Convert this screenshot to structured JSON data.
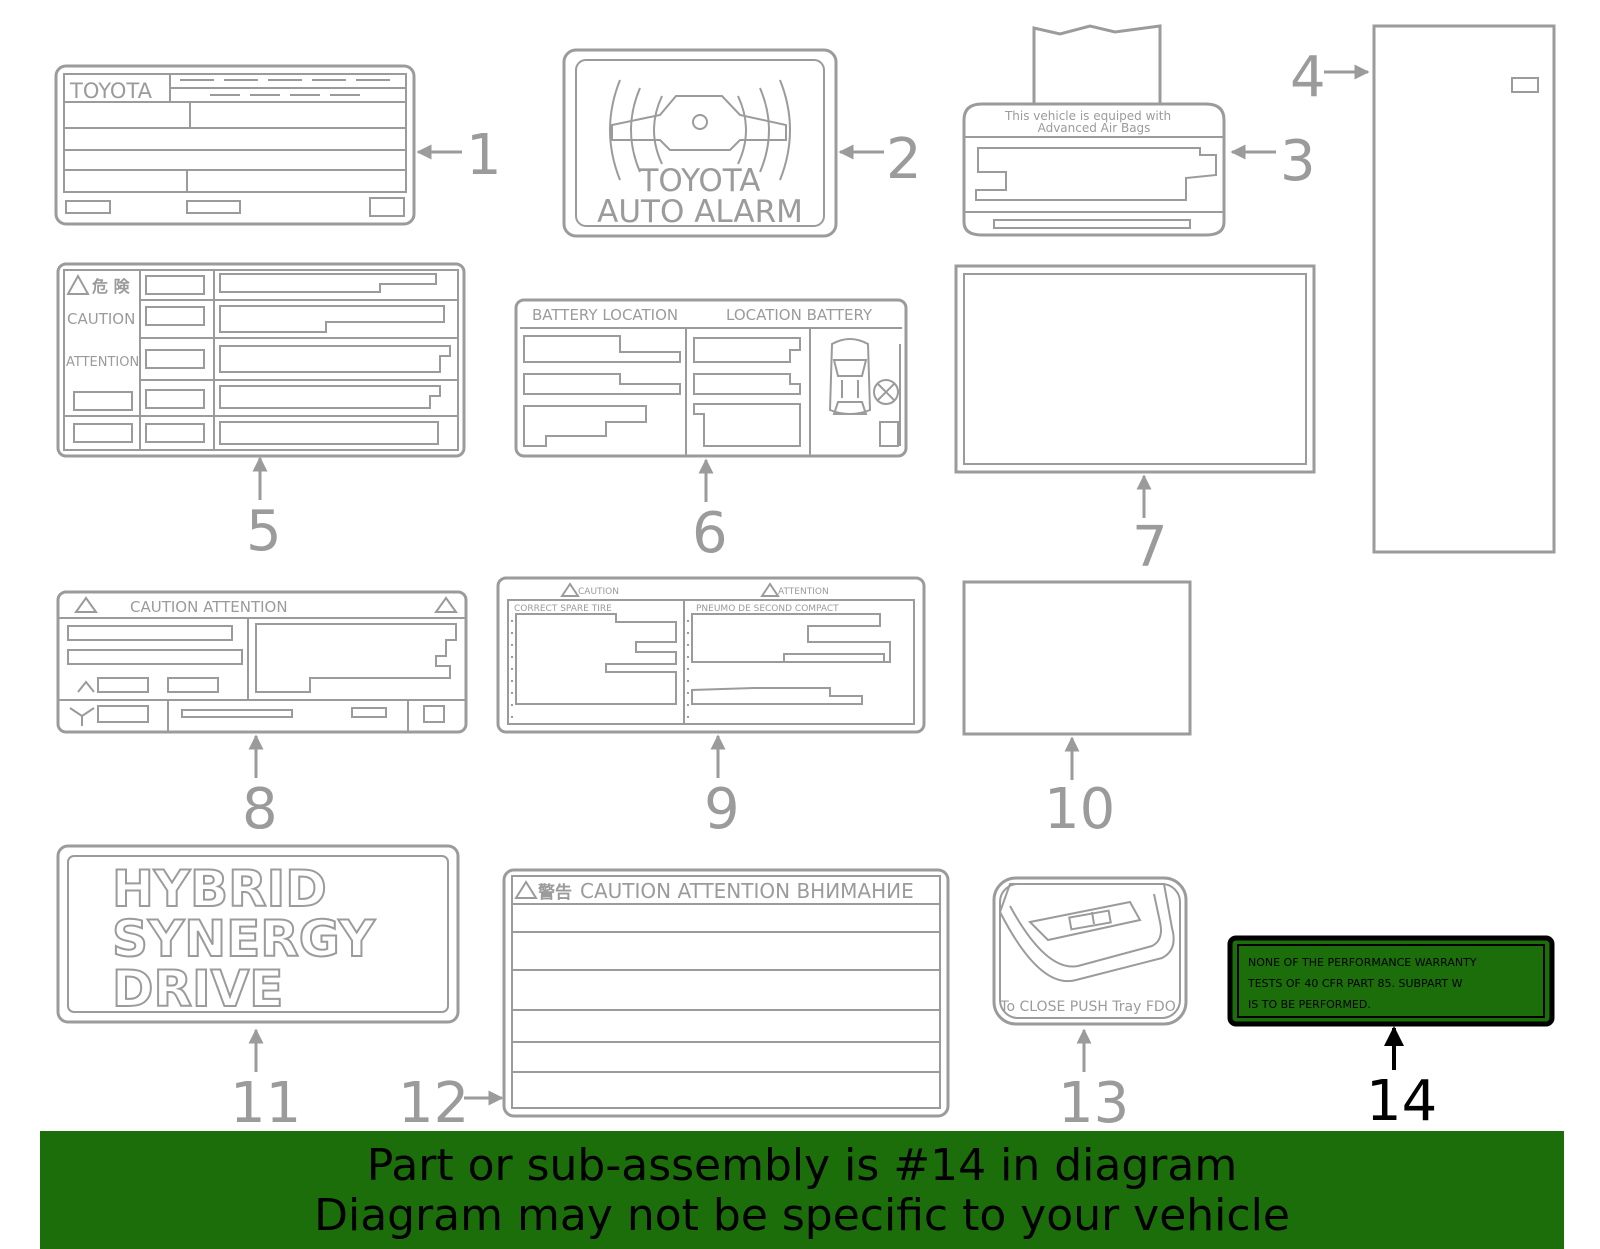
{
  "labels": {
    "label1_brand": "TOYOTA",
    "label2_line1": "TOYOTA",
    "label2_line2": "AUTO ALARM",
    "label3_line1": "This vehicle is equiped with",
    "label3_line2": "Advanced Air Bags",
    "label5_kanji": "危 険",
    "label5_caution": "CAUTION",
    "label5_attention": "ATTENTION",
    "label6_left": "BATTERY LOCATION",
    "label6_right": "LOCATION BATTERY",
    "label8_header": "CAUTION  ATTENTION",
    "label9_caution": "CAUTION",
    "label9_attention": "ATTENTION",
    "label9_left_sub": "CORRECT SPARE TIRE",
    "label9_right_sub": "PNEUMO DE SECOND COMPACT",
    "label11_line1": "HYBRID",
    "label11_line2": "SYNERGY",
    "label11_line3": "DRIVE",
    "label12_kanji": "警告",
    "label12_header": "CAUTION ATTENTION  ВНИМАНИЕ",
    "label13_text": "To CLOSE PUSH Tray FDO",
    "label14_line1": "NONE   OF   THE   PERFORMANCE   WARRANTY",
    "label14_line2": "TESTS    OF   40  CFR   PART  85.  SUBPART   W",
    "label14_line3": "IS   TO   BE   PERFORMED."
  },
  "callouts": {
    "n1": "1",
    "n2": "2",
    "n3": "3",
    "n4": "4",
    "n5": "5",
    "n6": "6",
    "n7": "7",
    "n8": "8",
    "n9": "9",
    "n10": "10",
    "n11": "11",
    "n12": "12",
    "n13": "13",
    "n14": "14"
  },
  "banner": {
    "line1": "Part or sub-assembly is #14 in diagram",
    "line2": "Diagram may not be specific to your vehicle"
  },
  "colors": {
    "line_gray": "#9b9b9b",
    "highlight_green": "#1b6e0a",
    "highlight_black": "#000000"
  }
}
